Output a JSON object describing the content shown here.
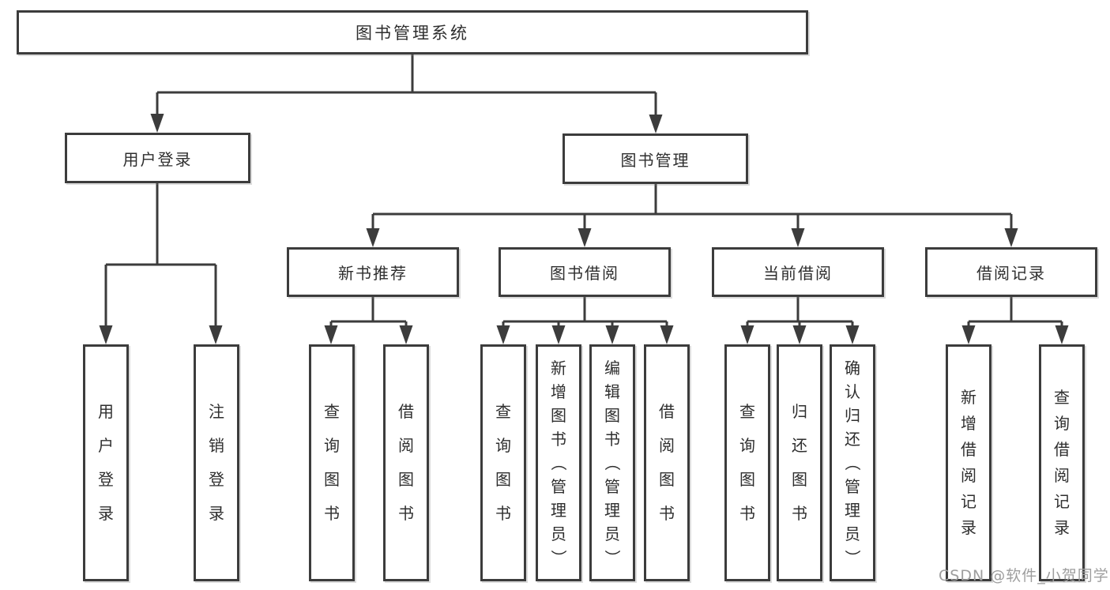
{
  "colors": {
    "background": "#ffffff",
    "line": "#3c3c3c",
    "box_border": "#3c3c3c",
    "text": "#2e2e2e",
    "watermark": "#9e9e9e"
  },
  "watermark": {
    "text": "CSDN @软件_小贺同学"
  },
  "nodes": {
    "root": {
      "label": "图书管理系统"
    },
    "user_login": {
      "label": "用户登录"
    },
    "book_mgmt": {
      "label": "图书管理"
    },
    "leaf_user_login": {
      "label": "用户登录"
    },
    "leaf_logout": {
      "label": "注销登录"
    },
    "new_book": {
      "label": "新书推荐"
    },
    "book_borrow": {
      "label": "图书借阅"
    },
    "current_borrow": {
      "label": "当前借阅"
    },
    "borrow_record": {
      "label": "借阅记录"
    },
    "nb_query": {
      "label": "查询图书"
    },
    "nb_borrow": {
      "label": "借阅图书"
    },
    "bb_query": {
      "label": "查询图书"
    },
    "bb_add": {
      "label": "新增图书（管理员）"
    },
    "bb_edit": {
      "label": "编辑图书（管理员）"
    },
    "bb_borrow": {
      "label": "借阅图书"
    },
    "cb_query": {
      "label": "查询图书"
    },
    "cb_return": {
      "label": "归还图书"
    },
    "cb_confirm": {
      "label": "确认归还（管理员）"
    },
    "br_add": {
      "label": "新增借阅记录"
    },
    "br_query": {
      "label": "查询借阅记录"
    }
  },
  "diagram": {
    "type": "hierarchy",
    "root": "图书管理系统",
    "children": [
      {
        "label": "用户登录",
        "children": [
          "用户登录",
          "注销登录"
        ]
      },
      {
        "label": "图书管理",
        "children": [
          {
            "label": "新书推荐",
            "children": [
              "查询图书",
              "借阅图书"
            ]
          },
          {
            "label": "图书借阅",
            "children": [
              "查询图书",
              "新增图书（管理员）",
              "编辑图书（管理员）",
              "借阅图书"
            ]
          },
          {
            "label": "当前借阅",
            "children": [
              "查询图书",
              "归还图书",
              "确认归还（管理员）"
            ]
          },
          {
            "label": "借阅记录",
            "children": [
              "新增借阅记录",
              "查询借阅记录"
            ]
          }
        ]
      }
    ]
  }
}
